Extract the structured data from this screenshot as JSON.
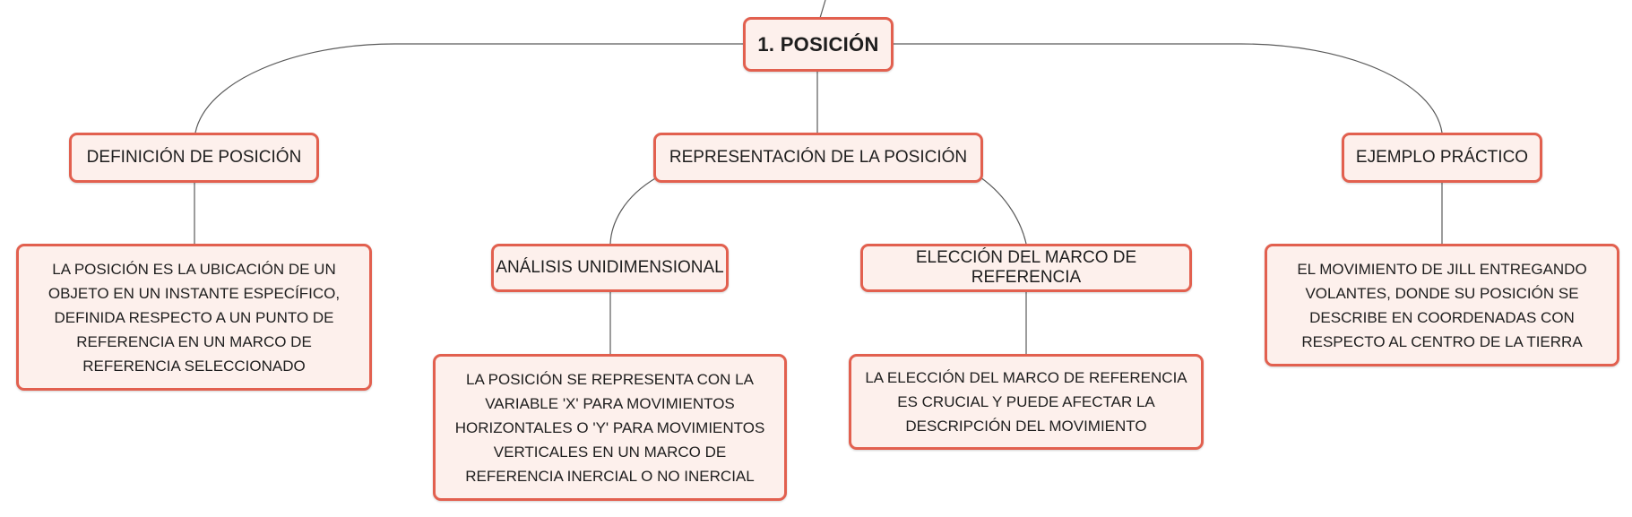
{
  "colors": {
    "node_fill": "#fdf0ec",
    "node_border": "#e2604f",
    "connector": "#5a5a5a",
    "text": "#1e1e1e"
  },
  "root": {
    "label": "1. POSICIÓN"
  },
  "branches": [
    {
      "label": "DEFINICIÓN DE POSICIÓN",
      "detail": "LA POSICIÓN ES LA UBICACIÓN DE UN OBJETO EN UN INSTANTE ESPECÍFICO, DEFINIDA RESPECTO A UN PUNTO DE REFERENCIA EN UN MARCO DE REFERENCIA SELECCIONADO"
    },
    {
      "label": "REPRESENTACIÓN DE LA POSICIÓN",
      "children": [
        {
          "label": "ANÁLISIS UNIDIMENSIONAL",
          "detail": "LA POSICIÓN SE REPRESENTA CON LA VARIABLE 'X' PARA MOVIMIENTOS HORIZONTALES O 'Y' PARA MOVIMIENTOS VERTICALES EN UN MARCO DE REFERENCIA INERCIAL O NO INERCIAL"
        },
        {
          "label": "ELECCIÓN DEL MARCO DE REFERENCIA",
          "detail": "LA ELECCIÓN DEL MARCO DE REFERENCIA ES CRUCIAL Y PUEDE AFECTAR LA DESCRIPCIÓN DEL MOVIMIENTO"
        }
      ]
    },
    {
      "label": "EJEMPLO PRÁCTICO",
      "detail": "EL MOVIMIENTO DE JILL ENTREGANDO VOLANTES, DONDE SU POSICIÓN SE DESCRIBE EN COORDENADAS CON RESPECTO AL CENTRO DE LA TIERRA"
    }
  ]
}
